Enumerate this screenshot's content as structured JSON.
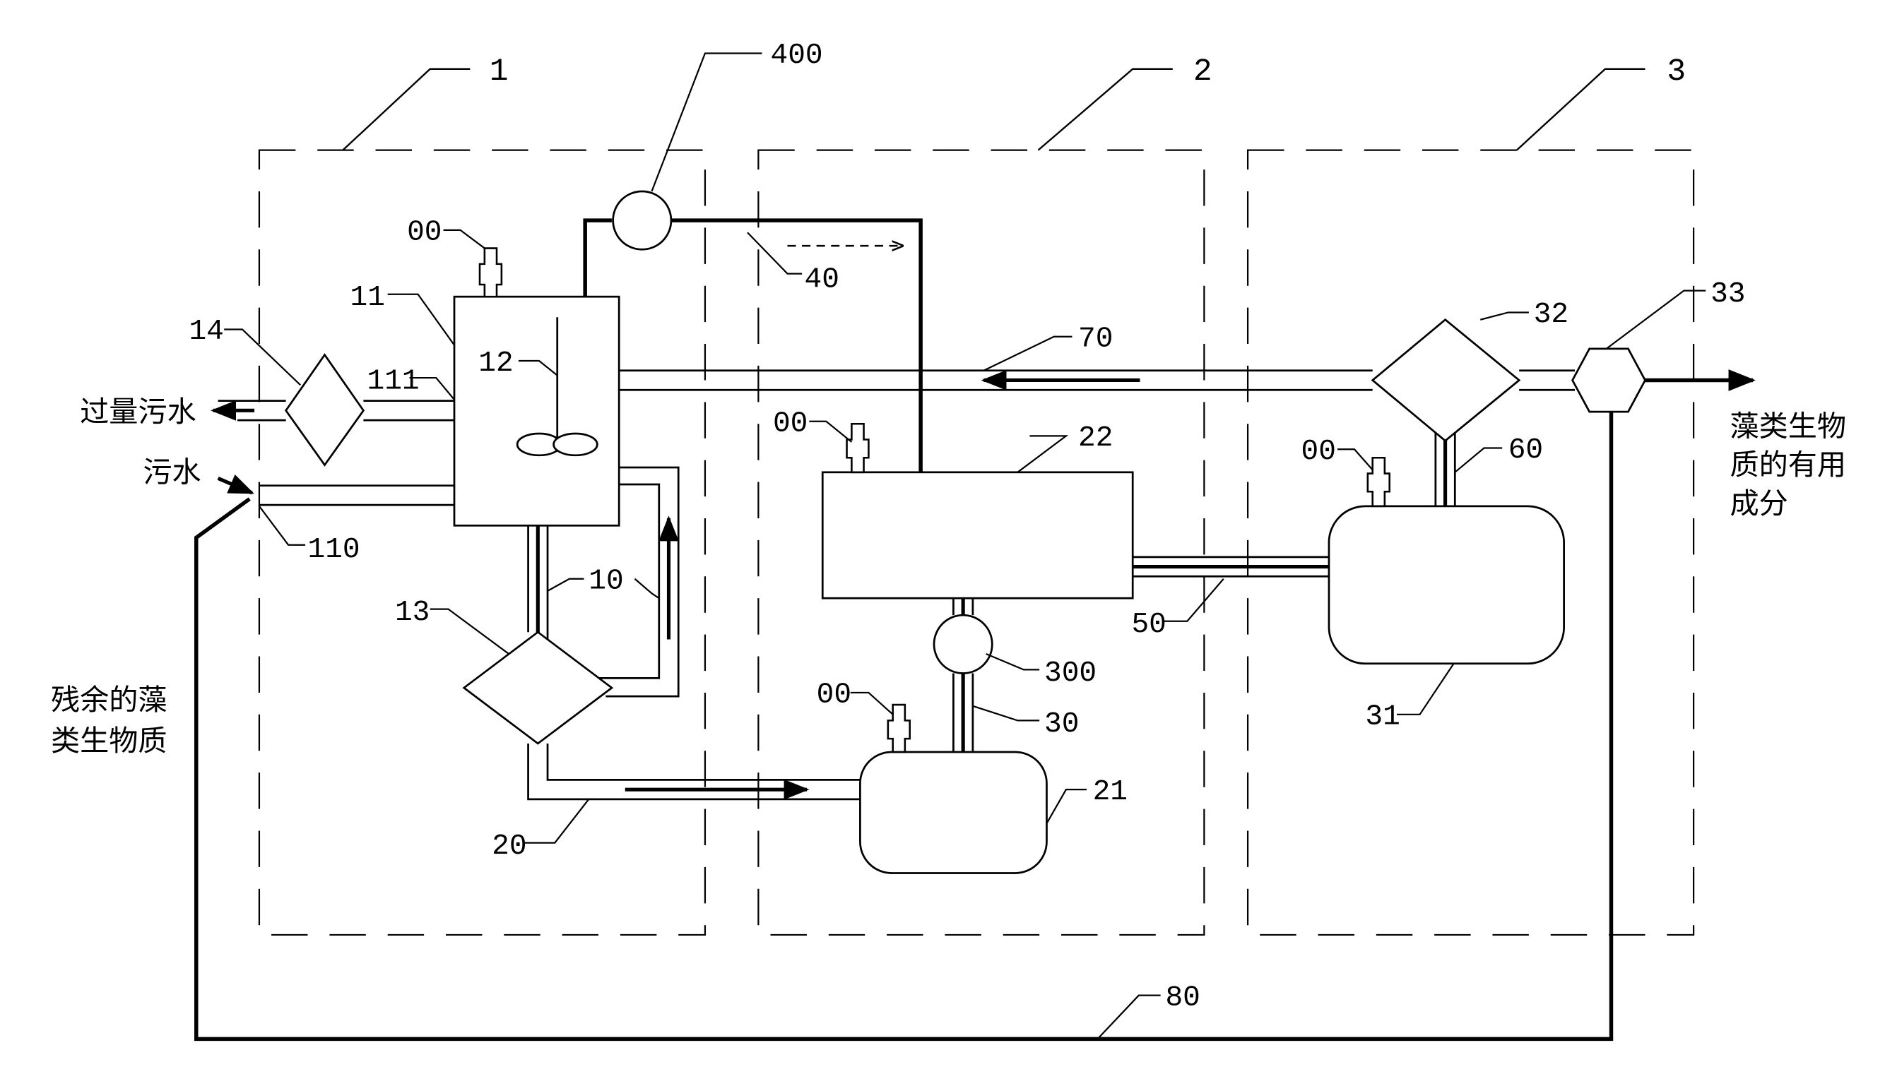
{
  "diagram": {
    "colors": {
      "line": "#000000",
      "background": "#ffffff"
    },
    "zones": [
      "1",
      "2",
      "3"
    ],
    "numbers": {
      "n400": "400",
      "n40": "40",
      "n70": "70",
      "n11": "11",
      "n12": "12",
      "n14": "14",
      "n111": "111",
      "n110": "110",
      "n10": "10",
      "n13": "13",
      "n20": "20",
      "n22": "22",
      "n21": "21",
      "n30": "30",
      "n300": "300",
      "n50": "50",
      "n31": "31",
      "n32": "32",
      "n33": "33",
      "n60": "60",
      "n80": "80",
      "valve": "00"
    },
    "text": {
      "excess_water": "过量污水",
      "sewage": "污水",
      "residual_l1": "残余的藻",
      "residual_l2": "类生物质",
      "useful_l1": "藻类生物",
      "useful_l2": "质的有用",
      "useful_l3": "成分"
    }
  }
}
